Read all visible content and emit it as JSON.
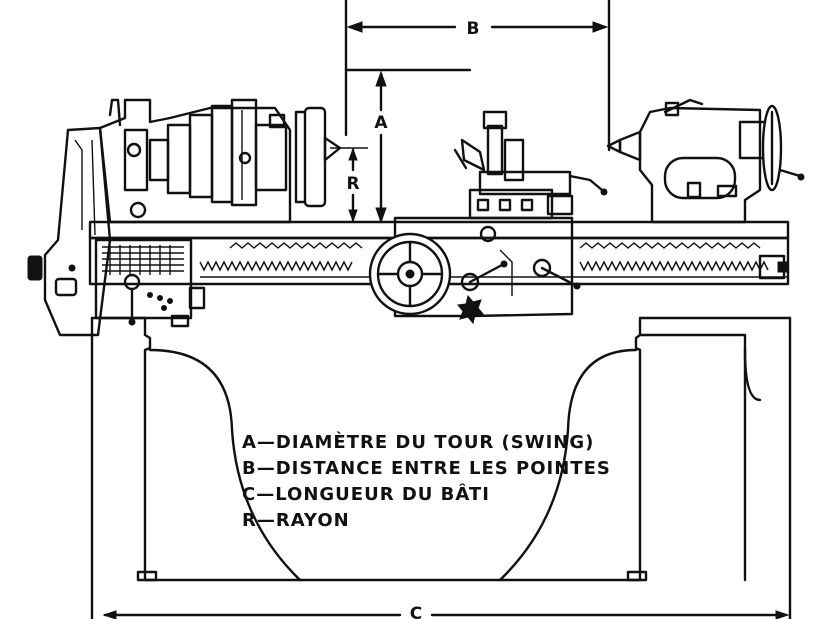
{
  "dimensions": {
    "b": "B",
    "a": "A",
    "r": "R",
    "c": "C"
  },
  "legend": {
    "items": [
      "A—DIAMÈTRE DU TOUR (SWING)",
      "B—DISTANCE ENTRE LES POINTES",
      "C—LONGUEUR DU BÂTI",
      "R—RAYON"
    ]
  }
}
